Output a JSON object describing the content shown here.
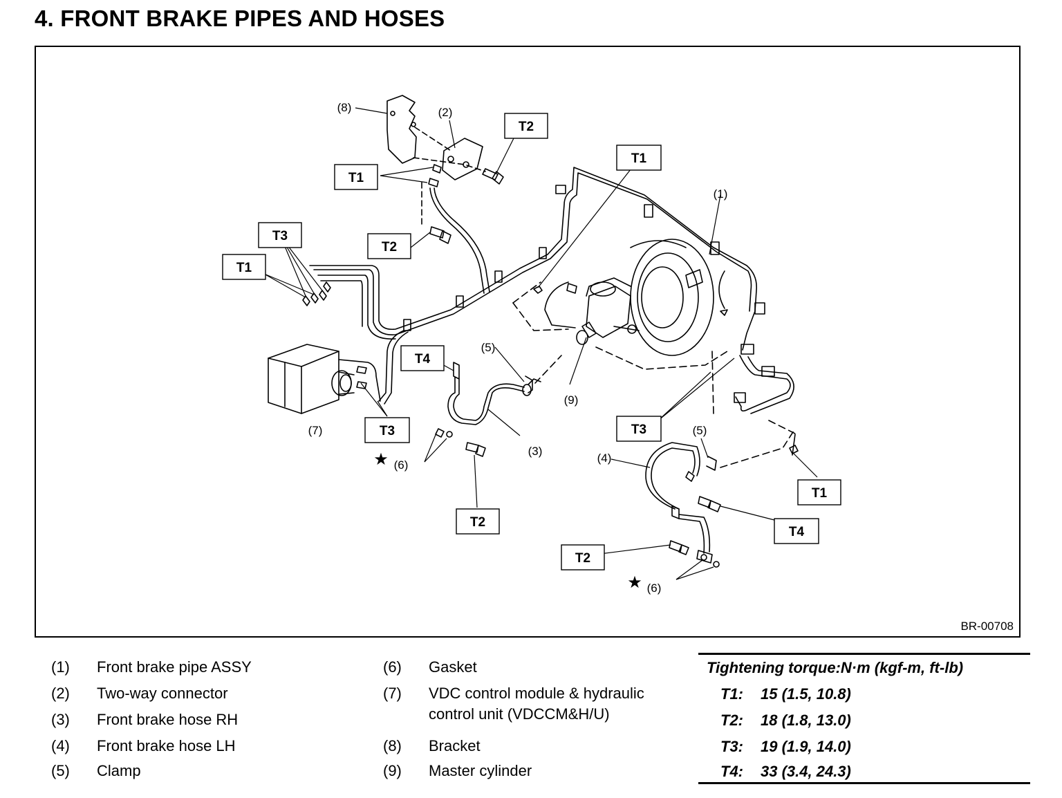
{
  "title": "4.  FRONT BRAKE PIPES AND HOSES",
  "figure_code": "BR-00708",
  "callouts": {
    "n1": "(1)",
    "n2": "(2)",
    "n3": "(3)",
    "n4": "(4)",
    "n5": "(5)",
    "n6": "(6)",
    "n7": "(7)",
    "n8": "(8)",
    "n9": "(9)",
    "T1": "T1",
    "T2": "T2",
    "T3": "T3",
    "T4": "T4",
    "star": "★"
  },
  "legend": {
    "col1": [
      {
        "num": "(1)",
        "text": "Front brake pipe ASSY"
      },
      {
        "num": "(2)",
        "text": "Two-way connector"
      },
      {
        "num": "(3)",
        "text": "Front brake hose RH"
      },
      {
        "num": "(4)",
        "text": "Front brake hose LH"
      },
      {
        "num": "(5)",
        "text": "Clamp"
      }
    ],
    "col2": [
      {
        "num": "(6)",
        "text": "Gasket"
      },
      {
        "num": "(7)",
        "text": "VDC control module & hydraulic",
        "text2": "control unit (VDCCM&H/U)"
      },
      {
        "num": "(8)",
        "text": "Bracket"
      },
      {
        "num": "(9)",
        "text": "Master cylinder"
      }
    ]
  },
  "torque": {
    "heading": "Tightening torque:N·m (kgf-m, ft-lb)",
    "rows": [
      {
        "id": "T1:",
        "value": "15 (1.5, 10.8)"
      },
      {
        "id": "T2:",
        "value": "18 (1.8, 13.0)"
      },
      {
        "id": "T3:",
        "value": "19 (1.9, 14.0)"
      },
      {
        "id": "T4:",
        "value": "33 (3.4, 24.3)"
      }
    ]
  }
}
